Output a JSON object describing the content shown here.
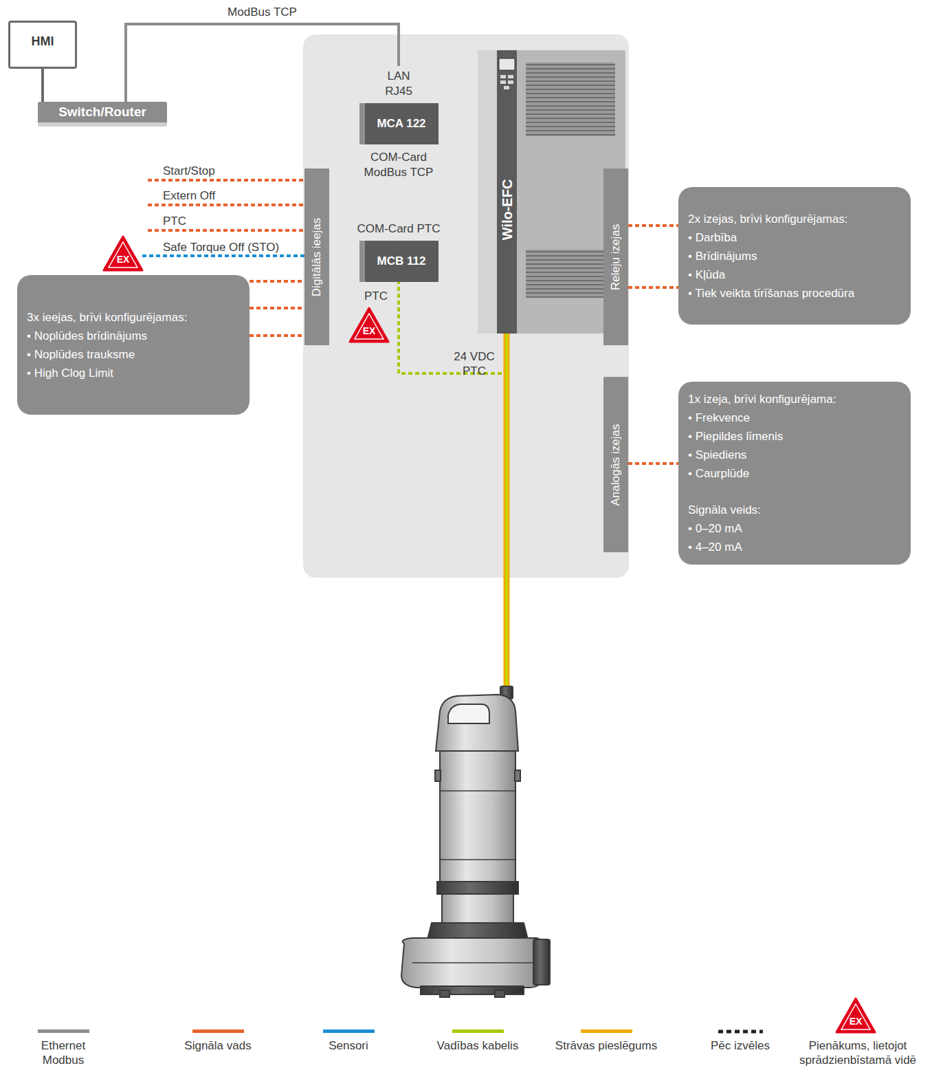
{
  "diagram": {
    "nodes": [
      {
        "text": [
          "HMI"
        ]
      },
      {
        "text": [
          "Switch/Router"
        ]
      },
      {
        "text": []
      },
      {
        "text": [
          "LAN RJ45",
          "MCA 122",
          "COM-Card ModBus TCP"
        ],
        "in": 2
      },
      {
        "text": [
          "COM-Card PTC",
          "MCB 112"
        ],
        "in": 2
      },
      {
        "text": [
          "Wilo-EFC"
        ],
        "in": 2
      },
      {
        "text": [
          "Digitālās ieejas"
        ],
        "in": 2
      },
      {
        "text": [
          "Releju izejas"
        ],
        "in": 2
      },
      {
        "text": [
          "Analogās izejas"
        ],
        "in": 2
      },
      {
        "text": [
          "3x ieejas, brīvi konfigurējamas:",
          "• Noplūdes brīdinājums",
          "• Noplūdes trauksme",
          "• High Clog Limit"
        ]
      },
      {
        "text": [
          "2x izejas, brīvi konfigurējamas:",
          "• Darbība",
          "• Brīdinājums",
          "• Kļūda",
          "• Tiek veikta tīrīšanas procedūra"
        ]
      },
      {
        "text": [
          "1x izeja, brīvi konfigurējama:",
          "• Frekvence",
          "• Piepildes līmenis",
          "• Spiediens",
          "• Caurplūde",
          "Signāla veids:",
          "• 0–20 mA",
          "• 4–20 mA"
        ]
      }
    ],
    "edges": [
      {
        "from": 1,
        "to": 3,
        "arrow": "none",
        "label": "ModBus TCP"
      },
      {
        "from": 0,
        "to": 1,
        "arrow": "none"
      },
      {
        "from": 9,
        "to": 6,
        "arrow": "none"
      },
      {
        "from": 9,
        "to": 6,
        "arrow": "none"
      },
      {
        "from": 9,
        "to": 6,
        "arrow": "none"
      },
      {
        "from": 7,
        "to": 10,
        "arrow": "none"
      },
      {
        "from": 7,
        "to": 10,
        "arrow": "none"
      },
      {
        "from": 8,
        "to": 11,
        "arrow": "none"
      }
    ],
    "labels": [
      "Start/Stop",
      "Extern Off",
      "PTC",
      "Safe Torque Off (STO)",
      "PTC",
      "24 VDC PTC",
      "EX",
      "EX",
      "EX"
    ],
    "legend": [
      {
        "text": "Ethernet Modbus",
        "color": "#8c8c8c"
      },
      {
        "text": "Signāla vads",
        "color": "#e8622a"
      },
      {
        "text": "Sensori",
        "color": "#1a8ed6"
      },
      {
        "text": "Vadības kabelis",
        "color": "#a8c800"
      },
      {
        "text": "Strāvas pieslēgums",
        "color": "#f5a800"
      },
      {
        "text": "Pēc izvēles"
      },
      {
        "text": "Pienākums, lietojot sprādzienbīstamā vidē"
      }
    ]
  }
}
